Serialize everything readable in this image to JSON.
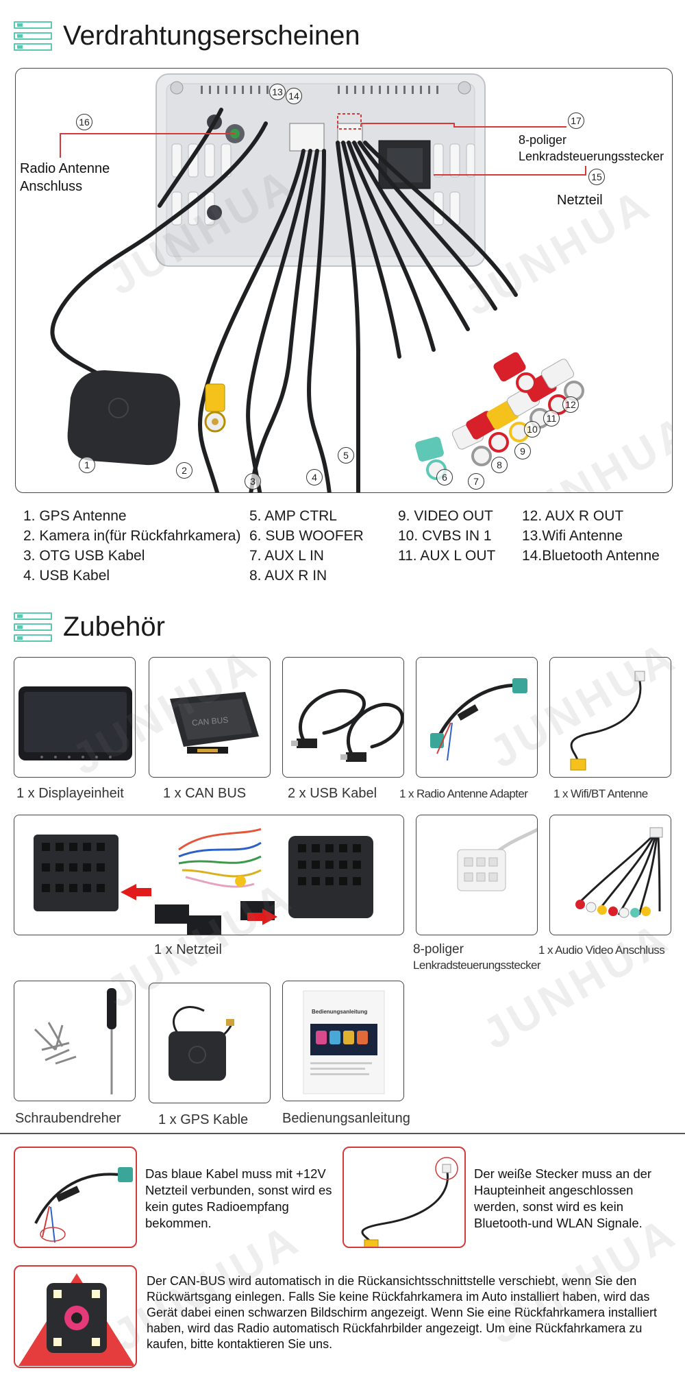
{
  "sections": {
    "wiring_title": "Verdrahtungserscheinen",
    "accessories_title": "Zubehör"
  },
  "watermark": "JUNHUA",
  "callouts": {
    "radio_antenna": "Radio Antenne\nAnschluss",
    "steering_connector": "8-poliger\nLenkradsteuerungsstecker",
    "power": "Netzteil",
    "n13": "13",
    "n14": "14",
    "n15": "15",
    "n16": "16",
    "n17": "17",
    "n1": "1",
    "n2": "2",
    "n3": "3",
    "n4": "4",
    "n5": "5",
    "n6": "6",
    "n7": "7",
    "n8": "8",
    "n9": "9",
    "n10": "10",
    "n11": "11",
    "n12": "12"
  },
  "legend": {
    "col1": [
      "1. GPS Antenne",
      "2. Kamera in(für Rückfahrkamera)",
      "3. OTG USB Kabel",
      "4. USB Kabel"
    ],
    "col2": [
      "5. AMP CTRL",
      "6. SUB WOOFER",
      "7. AUX L IN",
      "8. AUX R IN"
    ],
    "col3": [
      "9. VIDEO OUT",
      "10. CVBS IN 1",
      "11. AUX L OUT"
    ],
    "col4": [
      "12. AUX R OUT",
      "13.Wifi Antenne",
      "14.Bluetooth Antenne"
    ]
  },
  "accessories": {
    "display": "1 x Displayeinheit",
    "canbus": "1 x CAN BUS",
    "usb": "2 x USB Kabel",
    "radio_adapter": "1 x Radio Antenne Adapter",
    "wifi_bt": "1 x Wifi/BT Antenne",
    "power": "1 x Netzteil",
    "steering_line1": "8-poliger",
    "steering_line2": "Lenkradsteuerungsstecker",
    "av": "1 x Audio Video Anschluss",
    "screwdriver": "Schraubendreher",
    "gps": "1 x GPS Kable",
    "manual": "Bedienungsanleitung",
    "manual_cover": "Bedienungsanleitung",
    "canbus_chip": "CAN BUS"
  },
  "notes": {
    "blue_cable": "Das blaue Kabel muss mit +12V Netzteil verbunden, sonst wird es kein gutes Radioempfang bekommen.",
    "white_plug": "Der weiße Stecker muss an der Haupteinheit angeschlossen werden, sonst wird es kein Bluetooth-und WLAN Signale.",
    "canbus": "Der CAN-BUS wird automatisch in die Rückansichtsschnittstelle verschiebt, wenn Sie den Rückwärtsgang einlegen. Falls Sie keine Rückfahrkamera im Auto installiert haben, wird das Gerät dabei einen schwarzen Bildschirm angezeigt.  Wenn Sie eine Rückfahrkamera installiert haben, wird das Radio automatisch Rückfahrbilder angezeigt. Um eine Rückfahrkamera zu kaufen, bitte kontaktieren Sie uns."
  },
  "colors": {
    "accent_teal": "#5cc8b0",
    "callout_red": "#d23a3a",
    "rca_red": "#d8202a",
    "rca_white": "#f2f2f2",
    "rca_yellow": "#f4c21a",
    "rca_teal": "#5fc7b5"
  }
}
